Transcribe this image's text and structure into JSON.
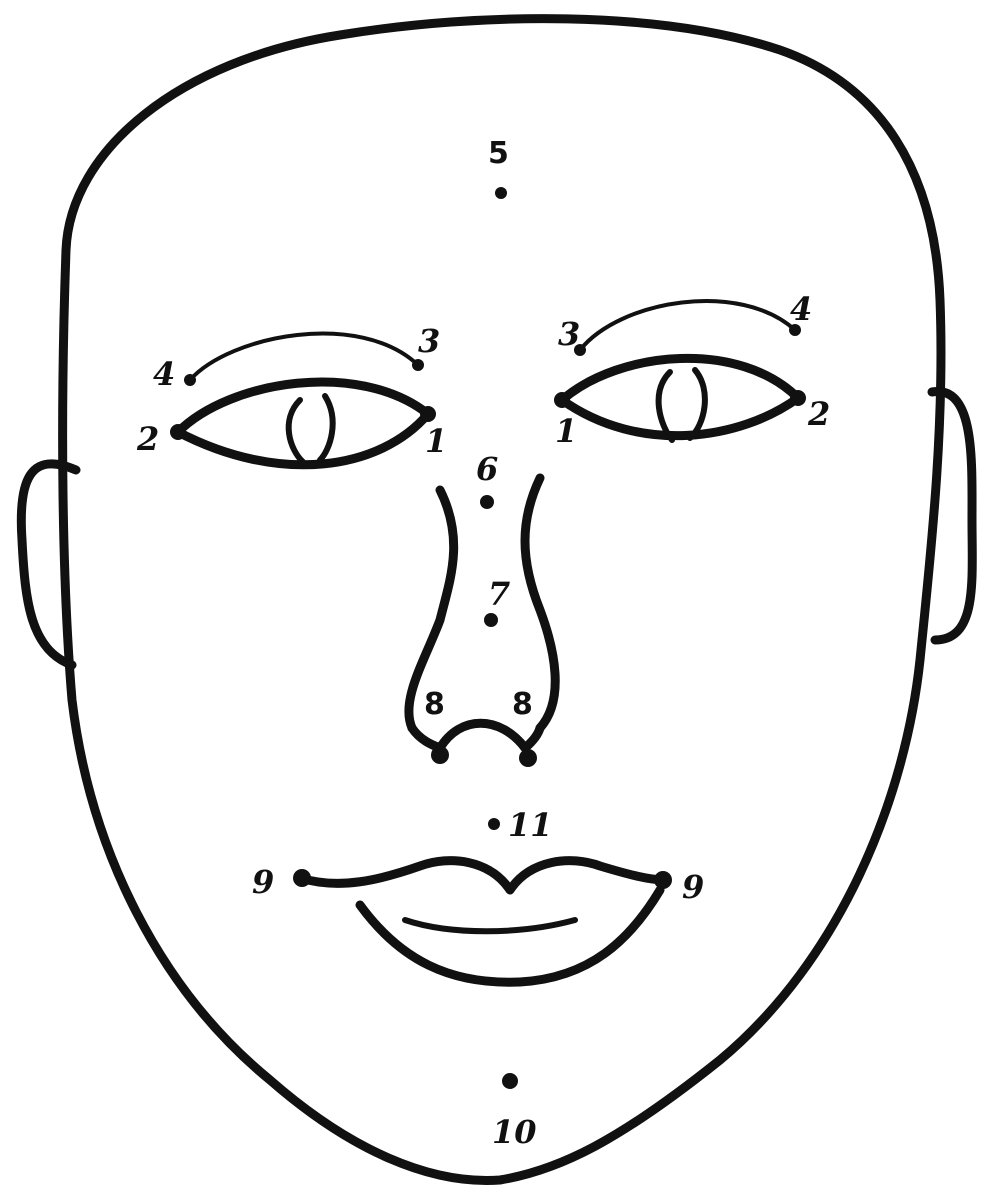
{
  "diagram": {
    "labels": {
      "point_1_right": "1",
      "point_1_left": "1",
      "point_2_right": "2",
      "point_2_left": "2",
      "point_3_right": "3",
      "point_3_left": "3",
      "point_4_right": "4",
      "point_4_left": "4",
      "point_5": "5",
      "point_6": "6",
      "point_7": "7",
      "point_8_right": "8",
      "point_8_left": "8",
      "point_9_right": "9",
      "point_9_left": "9",
      "point_10": "10",
      "point_11": "11"
    },
    "colors": {
      "ink": "#111111",
      "paper": "#ffffff"
    }
  }
}
